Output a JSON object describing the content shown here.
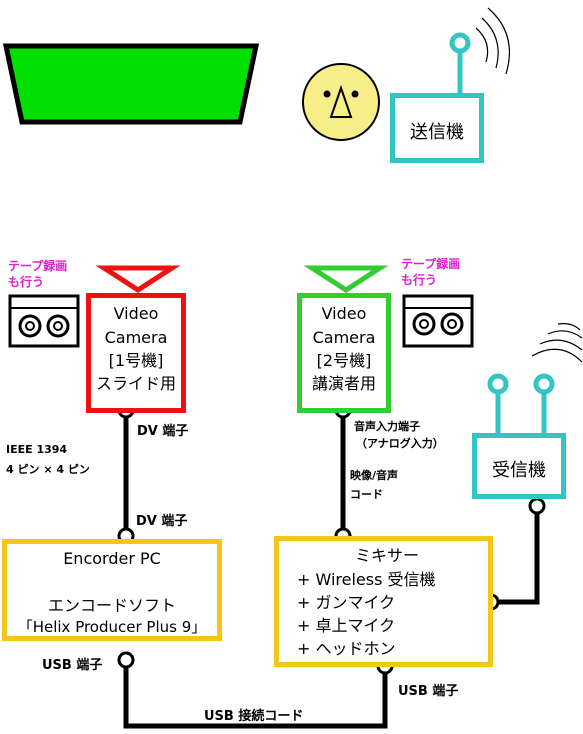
{
  "colors": {
    "screen_fill": "#00e000",
    "camera1": "#ee1111",
    "camera2": "#33cc33",
    "radio": "#33c4c4",
    "box_border": "#f5c518",
    "tape_note": "#e020d0",
    "wire": "#000000"
  },
  "transmitter": {
    "label": "送信機"
  },
  "receiver": {
    "label": "受信機"
  },
  "tape_note_left": {
    "line1": "テープ録画",
    "line2": "も行う"
  },
  "tape_note_right": {
    "line1": "テープ録画",
    "line2": "も行う"
  },
  "camera1": {
    "line1": "Video",
    "line2": "Camera",
    "line3": "[1号機]",
    "line4": "スライド用"
  },
  "camera2": {
    "line1": "Video",
    "line2": "Camera",
    "line3": "[2号機]",
    "line4": "講演者用"
  },
  "labels": {
    "dv_port_top": "DV 端子",
    "ieee_line1": "IEEE 1394",
    "ieee_line2": "4 ピン × 4 ピン",
    "dv_port_bottom": "DV 端子",
    "audio_in_line1": "音声入力端子",
    "audio_in_line2": "（アナログ入力）",
    "av_cord_line1": "映像/音声",
    "av_cord_line2": "コード",
    "usb_port_left": "USB 端子",
    "usb_port_right": "USB 端子",
    "usb_cord": "USB 接続コード"
  },
  "encoder": {
    "line1": "Encorder PC",
    "line2": "エンコードソフト",
    "line3": "「Helix Producer Plus 9」"
  },
  "mixer": {
    "title": "ミキサー",
    "items": [
      "+ Wireless 受信機",
      "+ ガンマイク",
      "+ 卓上マイク",
      "+ ヘッドホン"
    ]
  }
}
